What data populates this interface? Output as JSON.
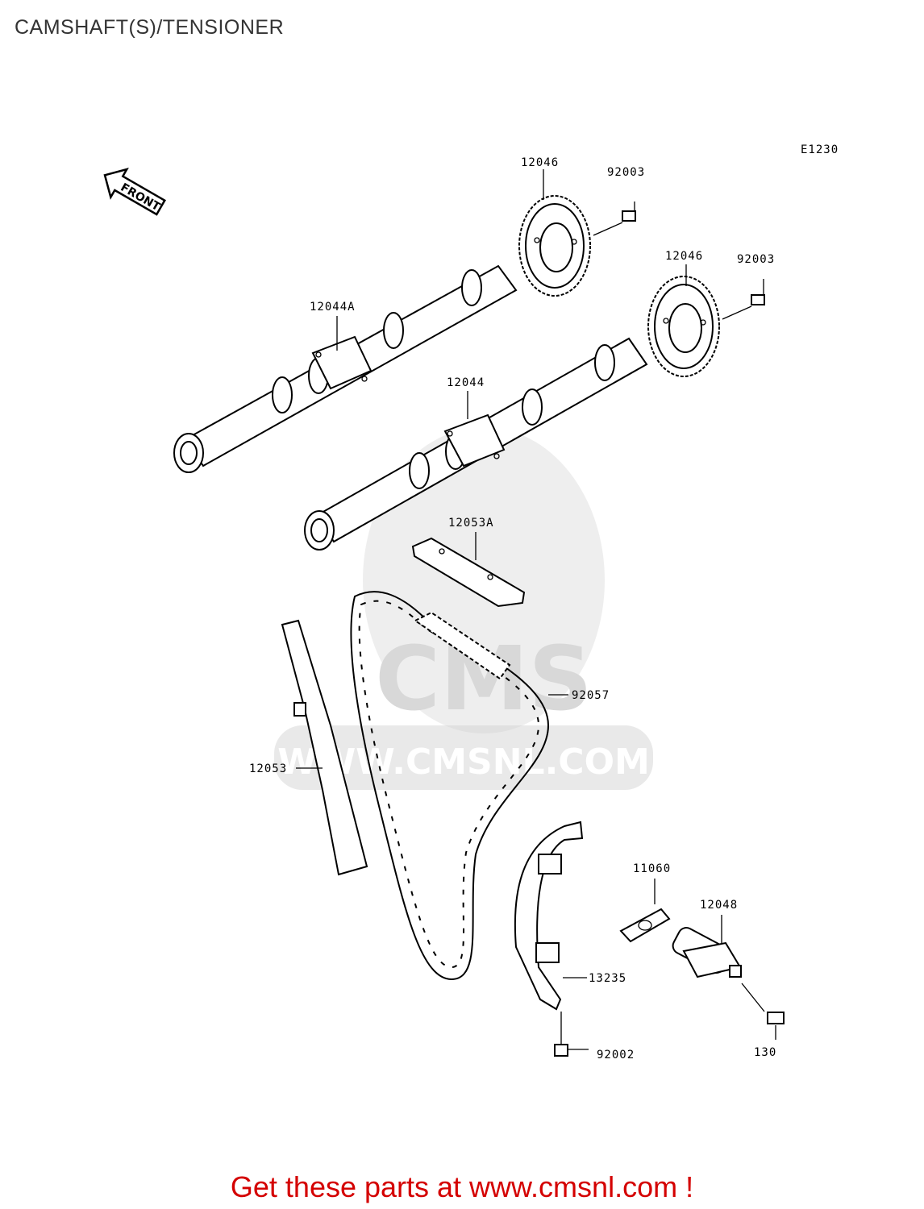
{
  "page": {
    "title": "CAMSHAFT(S)/TENSIONER",
    "cta": "Get these parts at www.cmsnl.com !"
  },
  "diagram": {
    "code": "E1230",
    "front_label": "FRONT",
    "watermark": "WWW.CMSNL.COM",
    "watermark_logo": "CMS",
    "parts": {
      "p12046a": "12046",
      "p92003a": "92003",
      "p12046b": "12046",
      "p92003b": "92003",
      "p12044a": "12044A",
      "p12044": "12044",
      "p12053a": "12053A",
      "p92057": "92057",
      "p12053": "12053",
      "p11060": "11060",
      "p12048": "12048",
      "p13235": "13235",
      "p92002": "92002",
      "p130": "130"
    }
  },
  "colors": {
    "cta": "#d40000",
    "title": "#333333",
    "watermark": "#cfcfcf"
  }
}
